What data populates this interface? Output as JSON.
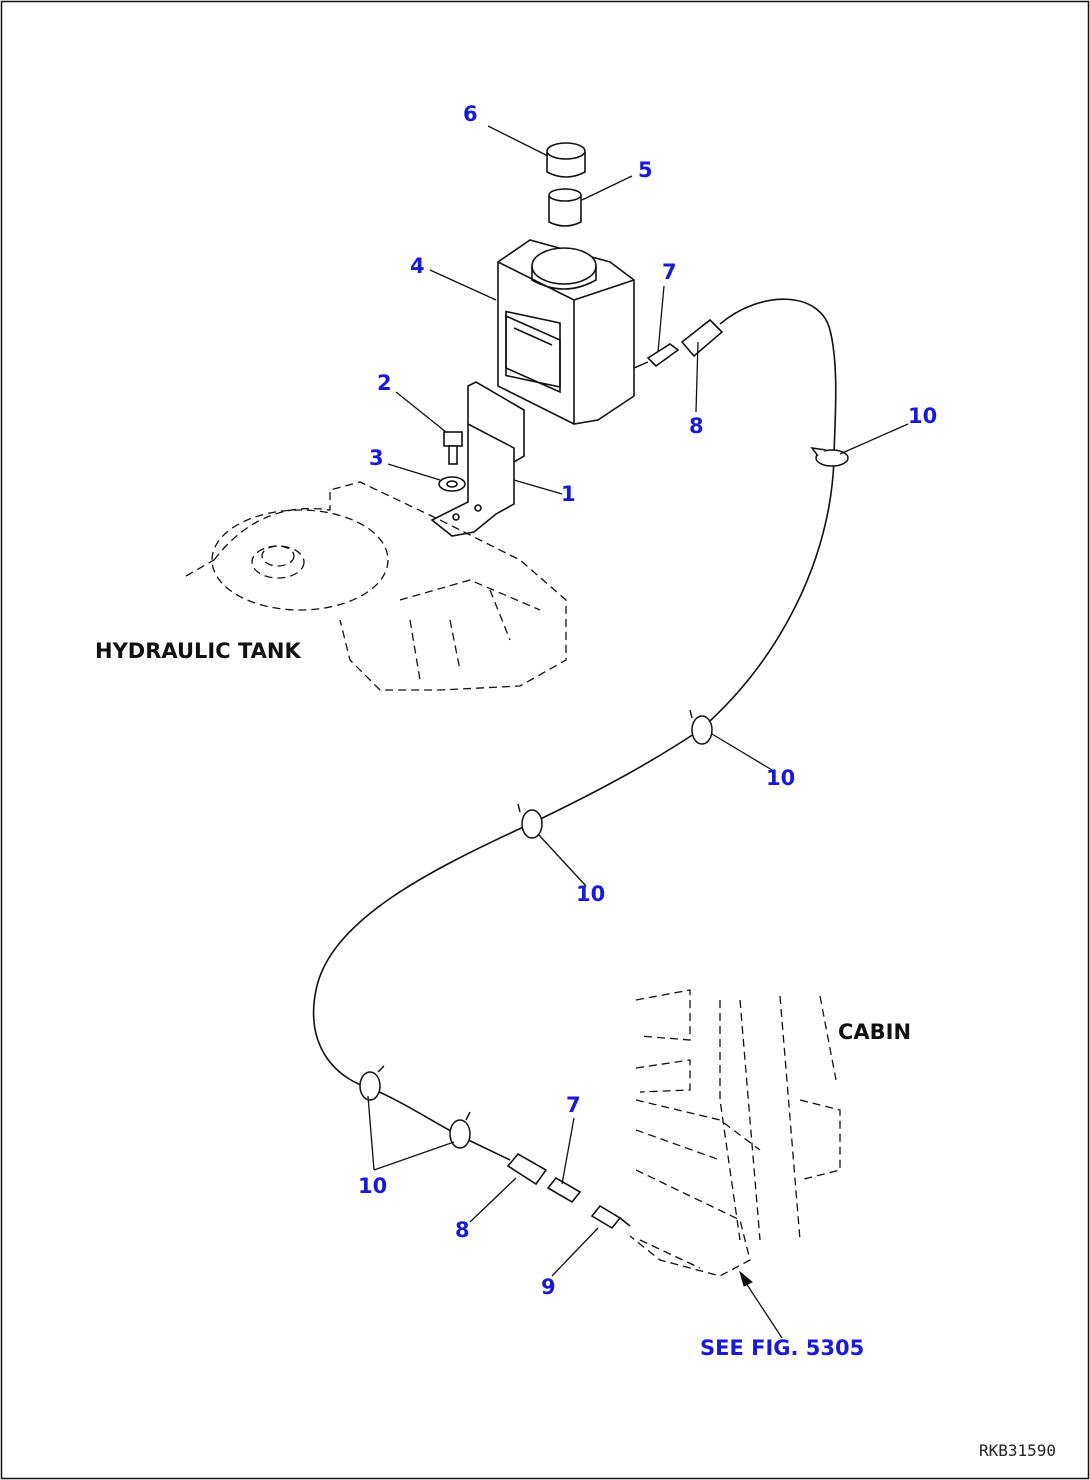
{
  "callouts": {
    "c1": "1",
    "c2": "2",
    "c3": "3",
    "c4": "4",
    "c5": "5",
    "c6": "6",
    "c7a": "7",
    "c7b": "7",
    "c8a": "8",
    "c8b": "8",
    "c9": "9",
    "c10a": "10",
    "c10b": "10",
    "c10c": "10",
    "c10d": "10"
  },
  "areas": {
    "hydraulic_tank": "HYDRAULIC TANK",
    "cabin": "CABIN"
  },
  "reference": "SEE FIG. 5305",
  "drawing_code": "RKB31590",
  "colors": {
    "callout": "#1a1ad4",
    "line": "#111111"
  }
}
